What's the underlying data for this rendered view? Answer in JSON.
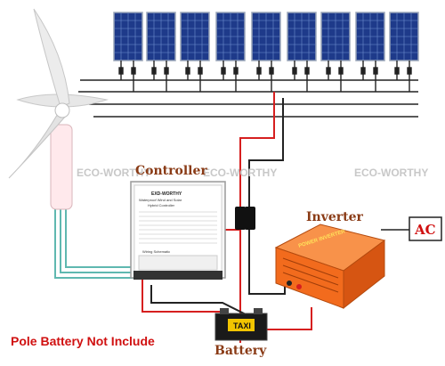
{
  "labels": {
    "controller": "Controller",
    "inverter": "Inverter",
    "ac": "AC",
    "battery": "Battery",
    "pole_note": "Pole Battery Not Include",
    "watermark_1": "ECO-WORTHY",
    "watermark_2": "ECO-WORTHY",
    "watermark_3": "ECO-WORTHY"
  },
  "controller_panel": {
    "brand": "EXD-WORTHY",
    "title_line1": "Waterproof Wind and Solar",
    "title_line2": "Hybrid Controller",
    "wiring": "Wiring Schematic"
  },
  "inverter_panel": {
    "text": "POWER INVERTER"
  },
  "battery_panel": {
    "text": "TAXI"
  },
  "colors": {
    "panel": "#1e3a8a",
    "panel_grid": "#6f8fcf",
    "wire_red": "#d61f1f",
    "wire_black": "#222222",
    "wire_teal": "#5fb8b0",
    "inverter_body": "#f26b1d",
    "label_red": "#d01010",
    "label_brown": "#8a3b16"
  }
}
